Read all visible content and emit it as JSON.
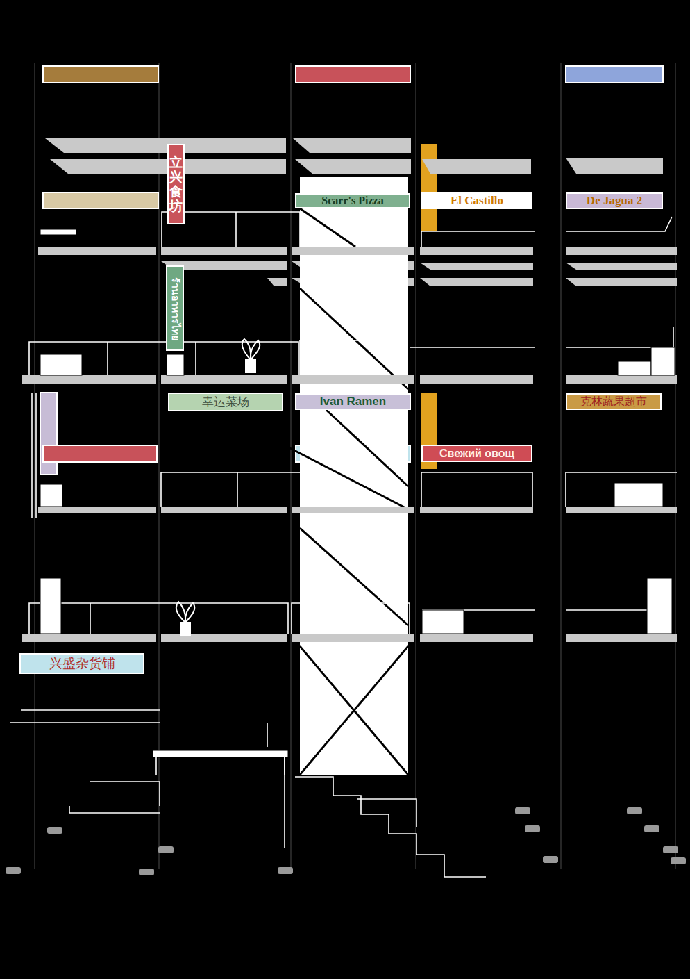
{
  "diagram": {
    "nodes": [
      {
        "text": [
          "立兴食坊"
        ]
      },
      {
        "text": [
          "Scarr's Pizza"
        ]
      },
      {
        "text": [
          "El Castillo"
        ]
      },
      {
        "text": [
          "De Jagua 2"
        ]
      },
      {
        "text": [
          "ร้านอาหารไทย"
        ]
      },
      {
        "text": [
          "幸运菜场"
        ]
      },
      {
        "text": [
          "Ivan Ramen"
        ]
      },
      {
        "text": [
          "克林蔬果超市"
        ]
      },
      {
        "text": [
          "Свежий овощ"
        ]
      },
      {
        "text": [
          "兴盛杂货铺"
        ]
      }
    ]
  }
}
